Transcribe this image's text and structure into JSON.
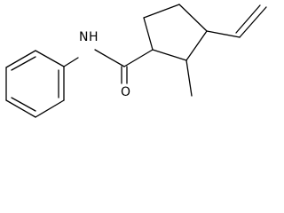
{
  "molecule": {
    "atoms": {
      "amide_nitrogen": "N",
      "amide_hydrogen": "H",
      "carbonyl_oxygen": "O"
    },
    "colors": {
      "bond": "#000000",
      "label": "#000000",
      "background": "#ffffff"
    }
  }
}
